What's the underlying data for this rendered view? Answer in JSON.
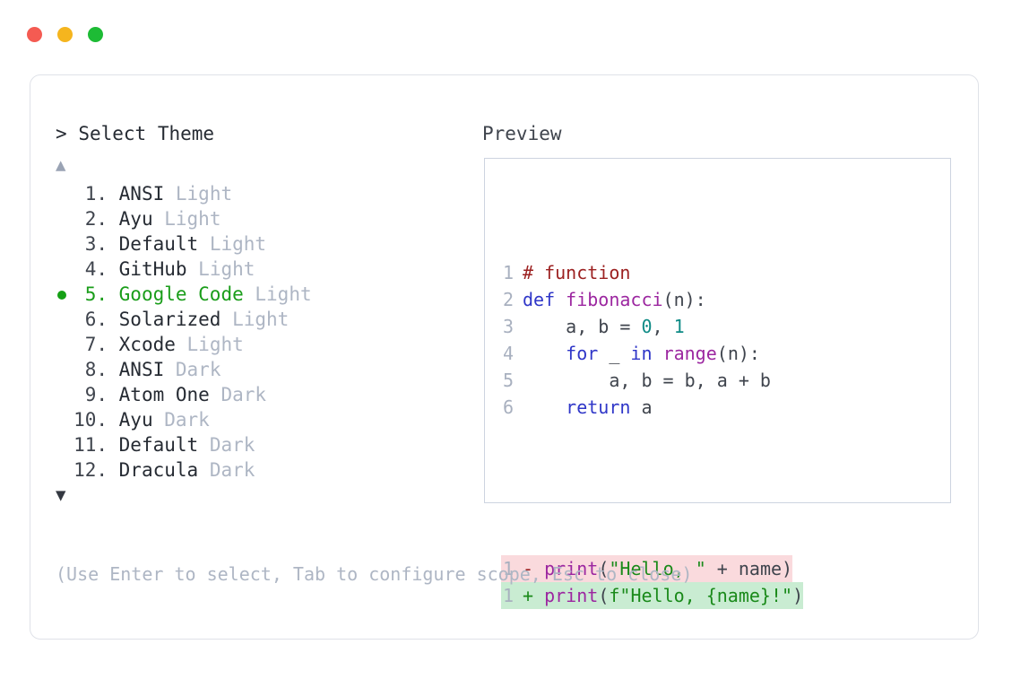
{
  "window": {
    "traffic_lights": [
      {
        "name": "close-button",
        "color": "#f45b52"
      },
      {
        "name": "minimize-button",
        "color": "#f5b51e"
      },
      {
        "name": "maximize-button",
        "color": "#1dbb35"
      }
    ]
  },
  "prompt": {
    "marker": ">",
    "title": "Select Theme"
  },
  "preview": {
    "title": "Preview"
  },
  "scroll": {
    "up_arrow": "▲",
    "down_arrow": "▼"
  },
  "themes": {
    "selected_index": 5,
    "selected_bullet": "●",
    "items": [
      {
        "num": "1.",
        "name": "ANSI",
        "tag": "Light",
        "selected": false
      },
      {
        "num": "2.",
        "name": "Ayu",
        "tag": "Light",
        "selected": false
      },
      {
        "num": "3.",
        "name": "Default",
        "tag": "Light",
        "selected": false
      },
      {
        "num": "4.",
        "name": "GitHub",
        "tag": "Light",
        "selected": false
      },
      {
        "num": "5.",
        "name": "Google Code",
        "tag": "Light",
        "selected": true
      },
      {
        "num": "6.",
        "name": "Solarized",
        "tag": "Light",
        "selected": false
      },
      {
        "num": "7.",
        "name": "Xcode",
        "tag": "Light",
        "selected": false
      },
      {
        "num": "8.",
        "name": "ANSI",
        "tag": "Dark",
        "selected": false
      },
      {
        "num": "9.",
        "name": "Atom One",
        "tag": "Dark",
        "selected": false
      },
      {
        "num": "10.",
        "name": "Ayu",
        "tag": "Dark",
        "selected": false
      },
      {
        "num": "11.",
        "name": "Default",
        "tag": "Dark",
        "selected": false
      },
      {
        "num": "12.",
        "name": "Dracula",
        "tag": "Dark",
        "selected": false
      }
    ]
  },
  "code": {
    "lines": [
      {
        "no": "1",
        "comment": "# function"
      },
      {
        "no": "2",
        "kw": "def ",
        "fn": "fibonacci",
        "punc": "(n):"
      },
      {
        "no": "3",
        "indent": "    ",
        "plain_a": "a, b = ",
        "num_a": "0",
        "plain_b": ", ",
        "num_b": "1"
      },
      {
        "no": "4",
        "indent": "    ",
        "kw_for": "for",
        "plain_a": " _ ",
        "kw_in": "in",
        "plain_b": " ",
        "fn": "range",
        "punc": "(n):"
      },
      {
        "no": "5",
        "indent": "        ",
        "plain_a": "a, b = b, a + b"
      },
      {
        "no": "6",
        "indent": "    ",
        "kw_ret": "return",
        "plain_a": " a"
      }
    ],
    "diff": [
      {
        "no": "1",
        "sign": "-",
        "kind": "del",
        "fn": "print",
        "punc_open": "(",
        "str": "\"Hello, \"",
        "plain": " + name",
        "punc_close": ")"
      },
      {
        "no": "1",
        "sign": "+",
        "kind": "add",
        "fn": "print",
        "punc_open": "(",
        "str": "f\"Hello, {name}!\"",
        "plain": "",
        "punc_close": ")"
      }
    ]
  },
  "hint": {
    "text": "(Use Enter to select, Tab to configure scope, Esc to close)"
  },
  "colors": {
    "accent_green": "#15a015",
    "tag_gray": "#aeb6c4",
    "card_border": "#dfe2e8",
    "preview_border": "#cdd4e0",
    "diff_del_bg": "#fadadd",
    "diff_add_bg": "#c9ecd2"
  }
}
